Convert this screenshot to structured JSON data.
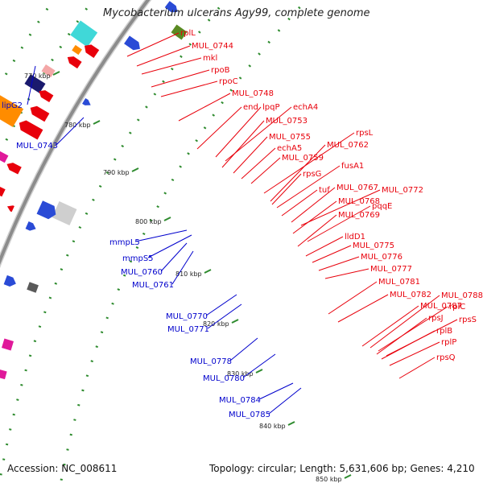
{
  "title": "Mycobacterium ulcerans Agy99, complete genome",
  "footer": {
    "accession": "Accession: NC_008611",
    "topology": "Topology: circular; Length: 5,631,606 bp; Genes: 4,210"
  },
  "colors": {
    "backbone": "#8c8c8c",
    "forward_label": "#e8000b",
    "reverse_label": "#0000cc",
    "tick_mark": "#2e8b2e"
  },
  "ticks": [
    "770 kbp",
    "780 kbp",
    "790 kbp",
    "800 kbp",
    "810 kbp",
    "820 kbp",
    "830 kbp",
    "840 kbp",
    "850 kbp"
  ],
  "forward_labels": [
    "rplL",
    "MUL_0744",
    "mkl",
    "rpoB",
    "rpoC",
    "MUL_0748",
    "end",
    "lpqP",
    "echA4",
    "MUL_0753",
    "MUL_0755",
    "echA5",
    "MUL_0759",
    "rpsL",
    "MUL_0762",
    "fusA1",
    "rpsG",
    "tuf",
    "MUL_0767",
    "MUL_0772",
    "MUL_0768",
    "pqqE",
    "MUL_0769",
    "lldD1",
    "MUL_0775",
    "MUL_0776",
    "MUL_0777",
    "MUL_0781",
    "MUL_0782",
    "MUL_0788",
    "MUL_0787",
    "rplC",
    "rpsJ",
    "rpsS",
    "rplB",
    "rplP",
    "rpsQ"
  ],
  "reverse_labels": [
    "lipG2",
    "MUL_0743",
    "mmpL5",
    "mmpS5",
    "MUL_0760",
    "MUL_0761",
    "MUL_0770",
    "MUL_0771",
    "MUL_0778",
    "MUL_0780",
    "MUL_0784",
    "MUL_0785"
  ]
}
